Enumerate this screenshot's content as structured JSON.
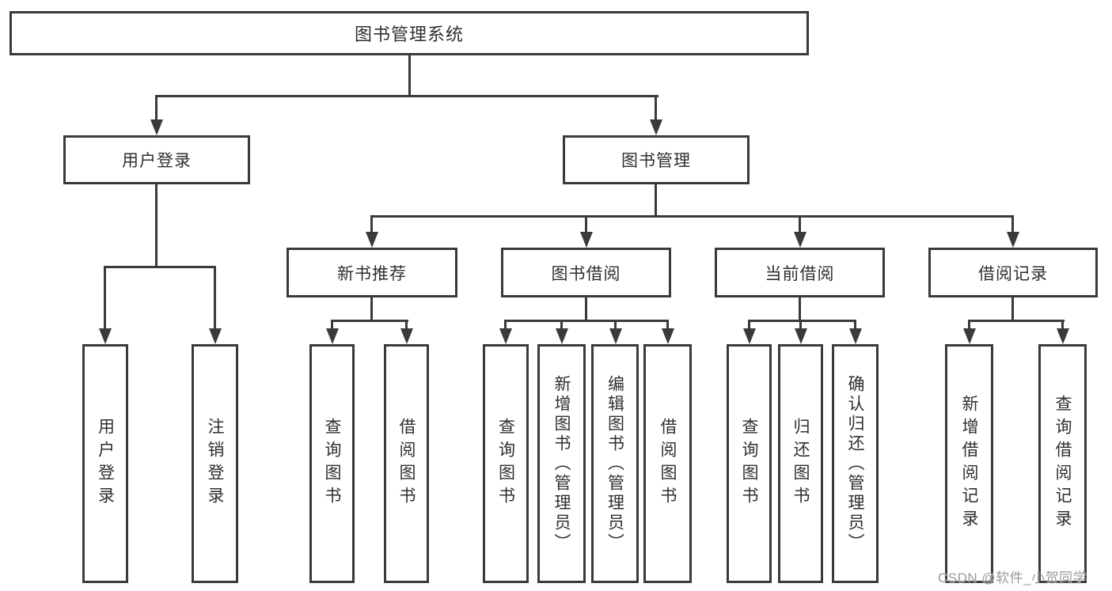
{
  "diagram": {
    "root": "图书管理系统",
    "level2": {
      "user_login": "用户登录",
      "book_mgmt": "图书管理"
    },
    "level3": {
      "new_book": "新书推荐",
      "book_borrow": "图书借阅",
      "current_borrow": "当前借阅",
      "borrow_record": "借阅记录"
    },
    "leaves": {
      "user_login_1": "用户登录",
      "user_login_2": "注销登录",
      "new_book_1": "查询图书",
      "new_book_2": "借阅图书",
      "borrow_1": "查询图书",
      "borrow_2": "新增图书（管理员）",
      "borrow_3": "编辑图书（管理员）",
      "borrow_4": "借阅图书",
      "current_1": "查询图书",
      "current_2": "归还图书",
      "current_3": "确认归还（管理员）",
      "record_1": "新增借阅记录",
      "record_2": "查询借阅记录"
    },
    "watermark": "CSDN @软件_小贺同学"
  },
  "colors": {
    "line": "#3a3a3a",
    "text": "#2f2f2f",
    "watermark": "#9a9a9a",
    "background": "#ffffff"
  }
}
